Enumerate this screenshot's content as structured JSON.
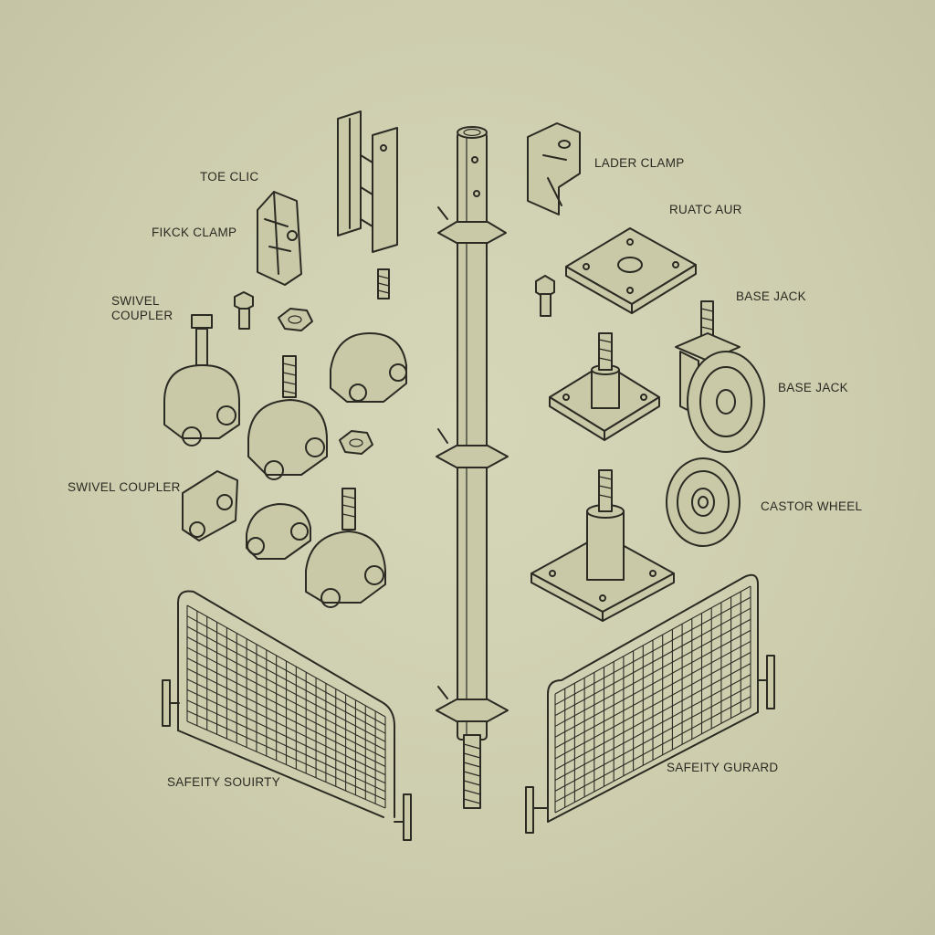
{
  "labels": {
    "toe_clic": "TOE CLIC",
    "fikck_clamp": "FIKCK CLAMP",
    "swivel_coupler_top": "SWIVEL COUPLER",
    "swivel_coupler_mid": "SWIVEL COUPLER",
    "safeity_souirty": "SAFEITY SOUIRTY",
    "lader_clamp": "LADER CLAMP",
    "ruatc_aur": "RUATC AUR",
    "base_jack_1": "BASE JACK",
    "base_jack_2": "BASE JACK",
    "castor_wheel": "CASTOR WHEEL",
    "safeity_gurard": "SAFEITY GURARD"
  }
}
